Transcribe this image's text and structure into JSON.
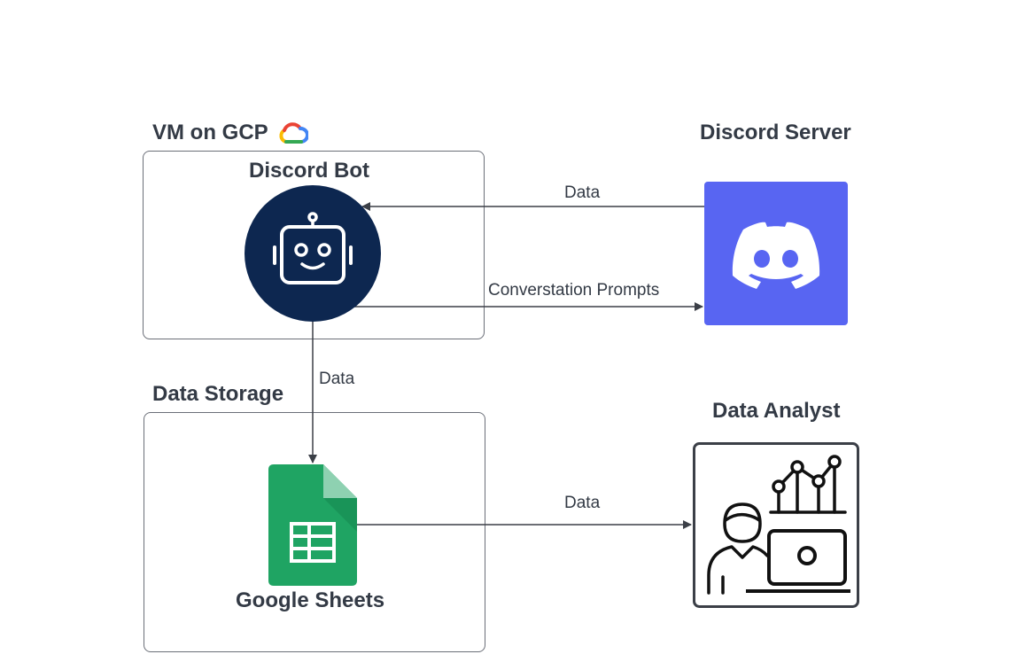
{
  "groups": {
    "vm": {
      "title": "VM on GCP",
      "icon": "google-cloud-icon"
    },
    "storage": {
      "title": "Data Storage"
    }
  },
  "nodes": {
    "bot": {
      "title": "Discord Bot",
      "icon": "robot-icon",
      "color": "#0d2750"
    },
    "discord": {
      "title": "Discord Server",
      "icon": "discord-logo-icon",
      "color": "#5865f2"
    },
    "sheets": {
      "title": "Google Sheets",
      "icon": "google-sheets-icon",
      "color": "#1fa463"
    },
    "analyst": {
      "title": "Data Analyst",
      "icon": "data-analyst-icon"
    }
  },
  "edges": {
    "discord_to_bot": {
      "label": "Data"
    },
    "bot_to_discord": {
      "label": "Converstation Prompts"
    },
    "bot_to_sheets": {
      "label": "Data"
    },
    "sheets_to_analyst": {
      "label": "Data"
    }
  }
}
